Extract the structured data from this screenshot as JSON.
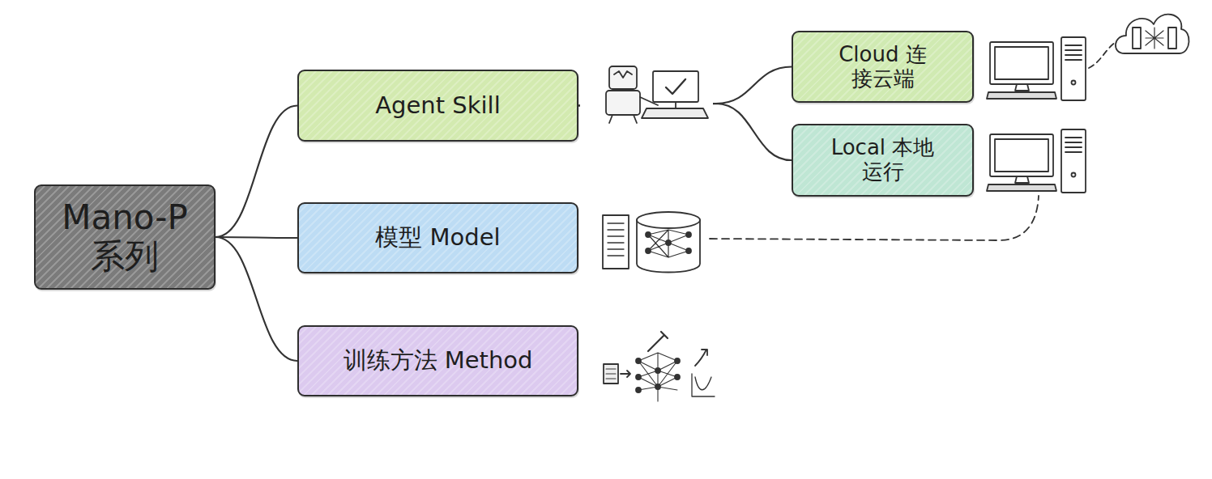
{
  "diagram": {
    "nodes": [
      {
        "text": [
          "Mano-P 系列"
        ]
      },
      {
        "text": [
          "Agent Skill"
        ]
      },
      {
        "text": [
          "模型 Model"
        ]
      },
      {
        "text": [
          "训练方法 Method"
        ]
      },
      {
        "text": [
          "Cloud 连接云端"
        ]
      },
      {
        "text": [
          "Local 本地运行"
        ]
      }
    ],
    "edges": [
      {
        "from": 0,
        "to": 1,
        "arrow": "none"
      },
      {
        "from": 0,
        "to": 2,
        "arrow": "none"
      },
      {
        "from": 0,
        "to": 3,
        "arrow": "none"
      },
      {
        "from": 1,
        "to": 4,
        "arrow": "none"
      },
      {
        "from": 1,
        "to": 5,
        "arrow": "none"
      }
    ]
  }
}
